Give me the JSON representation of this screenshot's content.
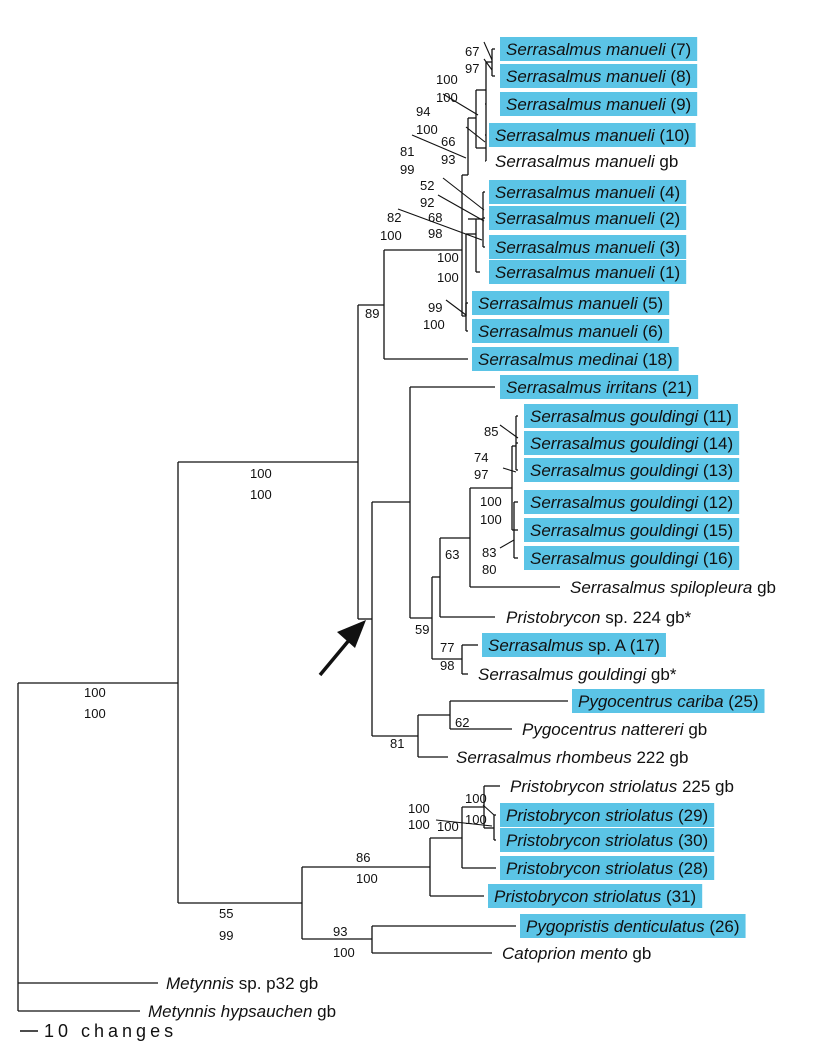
{
  "highlight_color": "#5bc4e6",
  "taxa": [
    {
      "id": "sm7",
      "genus": "Serrasalmus manueli",
      "rest": " (7)",
      "highlight": true
    },
    {
      "id": "sm8",
      "genus": "Serrasalmus manueli",
      "rest": " (8)",
      "highlight": true
    },
    {
      "id": "sm9",
      "genus": "Serrasalmus manueli",
      "rest": " (9)",
      "highlight": true
    },
    {
      "id": "sm10",
      "genus": "Serrasalmus manueli",
      "rest": " (10)",
      "highlight": true
    },
    {
      "id": "smgb",
      "genus": "Serrasalmus manueli",
      "rest": " gb",
      "highlight": false
    },
    {
      "id": "sm4",
      "genus": "Serrasalmus manueli",
      "rest": " (4)",
      "highlight": true
    },
    {
      "id": "sm2",
      "genus": "Serrasalmus manueli",
      "rest": " (2)",
      "highlight": true
    },
    {
      "id": "sm3",
      "genus": "Serrasalmus manueli",
      "rest": " (3)",
      "highlight": true
    },
    {
      "id": "sm1",
      "genus": "Serrasalmus manueli",
      "rest": " (1)",
      "highlight": true
    },
    {
      "id": "sm5",
      "genus": "Serrasalmus manueli",
      "rest": " (5)",
      "highlight": true
    },
    {
      "id": "sm6",
      "genus": "Serrasalmus manueli",
      "rest": " (6)",
      "highlight": true
    },
    {
      "id": "smed",
      "genus": "Serrasalmus medinai",
      "rest": " (18)",
      "highlight": true
    },
    {
      "id": "sirr",
      "genus": "Serrasalmus irritans",
      "rest": " (21)",
      "highlight": true
    },
    {
      "id": "sg11",
      "genus": "Serrasalmus gouldingi",
      "rest": " (11)",
      "highlight": true
    },
    {
      "id": "sg14",
      "genus": "Serrasalmus gouldingi",
      "rest": " (14)",
      "highlight": true
    },
    {
      "id": "sg13",
      "genus": "Serrasalmus gouldingi",
      "rest": " (13)",
      "highlight": true
    },
    {
      "id": "sg12",
      "genus": "Serrasalmus gouldingi",
      "rest": " (12)",
      "highlight": true
    },
    {
      "id": "sg15",
      "genus": "Serrasalmus gouldingi",
      "rest": " (15)",
      "highlight": true
    },
    {
      "id": "sg16",
      "genus": "Serrasalmus gouldingi",
      "rest": " (16)",
      "highlight": true
    },
    {
      "id": "sspi",
      "genus": "Serrasalmus spilopleura",
      "rest": " gb",
      "highlight": false
    },
    {
      "id": "p224",
      "genus": "Pristobrycon",
      "rest": " sp. 224 gb*",
      "highlight": false
    },
    {
      "id": "ssA",
      "genus": "Serrasalmus",
      "rest": " sp. A (17)",
      "highlight": true
    },
    {
      "id": "sggb",
      "genus": "Serrasalmus gouldingi",
      "rest": " gb*",
      "highlight": false
    },
    {
      "id": "pcar",
      "genus": "Pygocentrus cariba",
      "rest": " (25)",
      "highlight": true
    },
    {
      "id": "pnat",
      "genus": "Pygocentrus nattereri",
      "rest": " gb",
      "highlight": false
    },
    {
      "id": "srh",
      "genus": "Serrasalmus rhombeus",
      "rest": " 222 gb",
      "highlight": false
    },
    {
      "id": "ps225",
      "genus": "Pristobrycon striolatus",
      "rest": " 225 gb",
      "highlight": false
    },
    {
      "id": "ps29",
      "genus": "Pristobrycon striolatus",
      "rest": " (29)",
      "highlight": true
    },
    {
      "id": "ps30",
      "genus": "Pristobrycon striolatus",
      "rest": " (30)",
      "highlight": true
    },
    {
      "id": "ps28",
      "genus": "Pristobrycon striolatus",
      "rest": " (28)",
      "highlight": true
    },
    {
      "id": "ps31",
      "genus": "Pristobrycon striolatus",
      "rest": " (31)",
      "highlight": true
    },
    {
      "id": "pden",
      "genus": "Pygopristis denticulatus",
      "rest": " (26)",
      "highlight": true
    },
    {
      "id": "cato",
      "genus": "Catoprion mento",
      "rest": " gb",
      "highlight": false
    },
    {
      "id": "mp32",
      "genus": "Metynnis",
      "rest": " sp. p32 gb",
      "highlight": false
    },
    {
      "id": "mhyp",
      "genus": "Metynnis hypsauchen",
      "rest": " gb",
      "highlight": false
    }
  ],
  "support_values": [
    "67",
    "97",
    "100",
    "100",
    "94",
    "100",
    "66",
    "93",
    "81",
    "99",
    "52",
    "92",
    "68",
    "98",
    "82",
    "100",
    "100",
    "100",
    "99",
    "100",
    "89",
    "100",
    "100",
    "85",
    "74",
    "97",
    "100",
    "100",
    "83",
    "80",
    "63",
    "59",
    "77",
    "98",
    "62",
    "81",
    "100",
    "100",
    "55",
    "99",
    "93",
    "100",
    "100",
    "100",
    "86",
    "100",
    "100",
    "100",
    "100",
    "100"
  ],
  "scale_bar_label": "10 changes"
}
